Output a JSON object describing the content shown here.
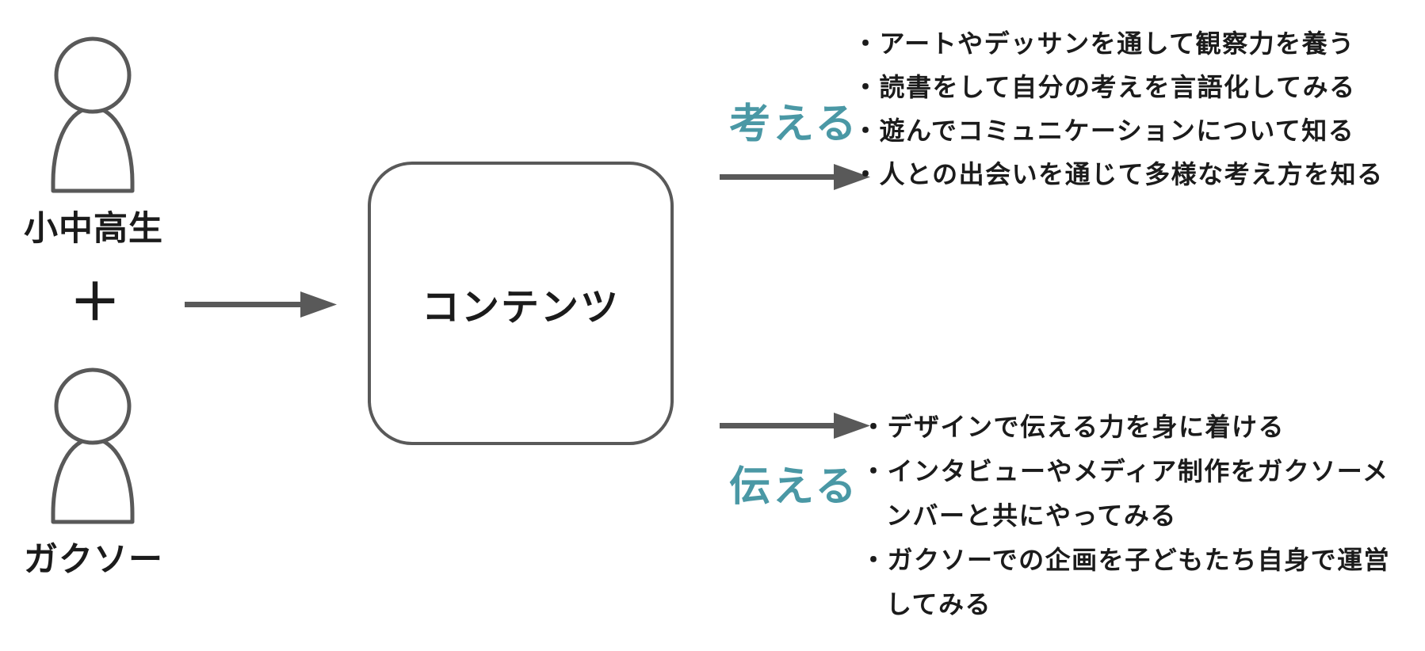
{
  "colors": {
    "shape_gray": "#595959",
    "accent_teal": "#4a98a5",
    "text_black": "#1b1b1b",
    "background": "#ffffff"
  },
  "inputs": {
    "students": {
      "icon": "person-icon",
      "label": "小中高生"
    },
    "plus": "＋",
    "gakuso": {
      "icon": "person-icon",
      "label": "ガクソー"
    }
  },
  "center": {
    "box_label": "コンテンツ"
  },
  "think": {
    "label": "考える",
    "items": [
      "・アートやデッサンを通して観察力を養う",
      "・読書をして自分の考えを言語化してみる",
      "・遊んでコミュニケーションについて知る",
      "・人との出会いを通じて多様な考え方を知る"
    ]
  },
  "convey": {
    "label": "伝える",
    "items": [
      "・デザインで伝える力を身に着ける",
      "・インタビューやメディア制作をガクソーメンバーと共にやってみる",
      "・ガクソーでの企画を子どもたち自身で運営してみる"
    ]
  }
}
